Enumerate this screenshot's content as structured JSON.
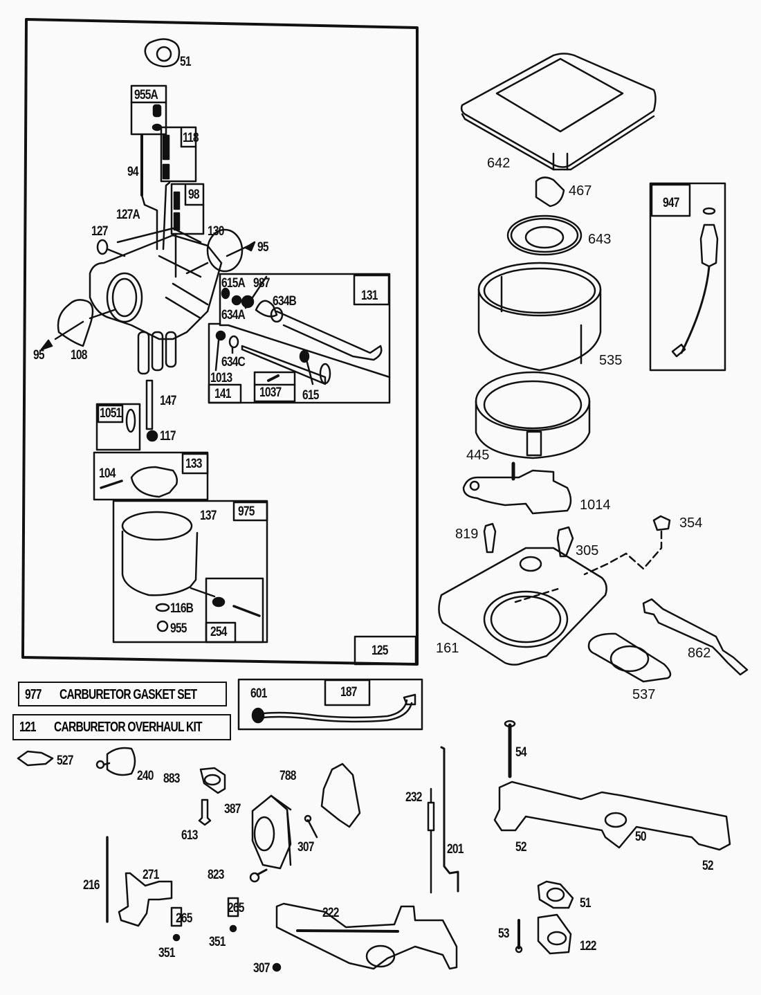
{
  "diagram": {
    "title_box_label": "125",
    "colors": {
      "ink": "#111111",
      "paper": "#fafafa"
    },
    "kits": [
      {
        "number": "977",
        "name": "CARBURETOR GASKET SET"
      },
      {
        "number": "121",
        "name": "CARBURETOR OVERHAUL KIT"
      }
    ],
    "carburetor_group": {
      "boxed_tags": {
        "t955A": "955A",
        "t118": "118",
        "t98": "98",
        "t131": "131",
        "t141": "141",
        "t1037": "1037",
        "t1051": "1051",
        "t133": "133",
        "t975": "975",
        "t254": "254",
        "t125": "125"
      },
      "labels": {
        "p51": "51",
        "p94": "94",
        "p127A": "127A",
        "p127": "127",
        "p130": "130",
        "p95a": "95",
        "p95b": "95",
        "p108": "108",
        "p615A": "615A",
        "p987": "987",
        "p634B": "634B",
        "p634A": "634A",
        "p634C": "634C",
        "p1013": "1013",
        "p615": "615",
        "p147": "147",
        "p117": "117",
        "p104": "104",
        "p137": "137",
        "p116B": "116B",
        "p955": "955"
      }
    },
    "fuel_line": {
      "tag": "187",
      "label": "601"
    },
    "air_cleaner_group": {
      "labels": {
        "p642": "642",
        "p467": "467",
        "p643": "643",
        "p535": "535",
        "p445": "445",
        "p1014": "1014",
        "p819": "819",
        "p305": "305",
        "p354": "354",
        "p161": "161",
        "p862": "862",
        "p537": "537"
      },
      "boxed_tags": {
        "t947": "947"
      }
    },
    "linkage_group": {
      "labels": {
        "p527": "527",
        "p240": "240",
        "p883": "883",
        "p613": "613",
        "p788": "788",
        "p387": "387",
        "p307a": "307",
        "p307b": "307",
        "p823": "823",
        "p216": "216",
        "p271": "271",
        "p265a": "265",
        "p265b": "265",
        "p351a": "351",
        "p351b": "351",
        "p222": "222",
        "p232": "232",
        "p201": "201",
        "p54": "54",
        "p50": "50",
        "p52a": "52",
        "p52b": "52",
        "p51": "51",
        "p53": "53",
        "p122": "122"
      }
    }
  }
}
